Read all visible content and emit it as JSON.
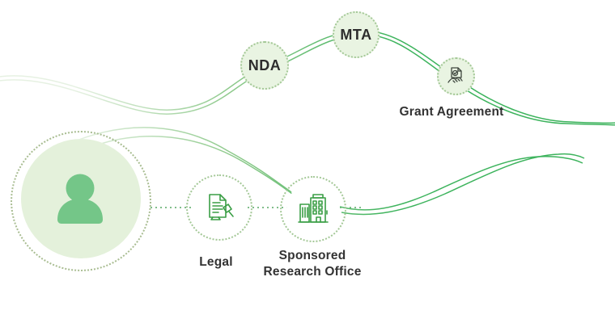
{
  "colors": {
    "curve_pale": "#e6f1e2",
    "curve_mid": "#8cc98a",
    "curve_green": "#3cb35c",
    "dotted_ring": "#a4c897",
    "person_ring": "#a9bd92",
    "bubble_fill": "#e9f4e2",
    "person_fill": "#e4f1db",
    "person_green": "#74c688",
    "icon_stroke": "#3a9e45",
    "icon_dark": "#3e463e",
    "connector_dot": "#57a863",
    "label_dark": "#2d2d2d",
    "caption_dark": "#333333"
  },
  "diagram": {
    "top_flow": {
      "nda": {
        "label": "NDA"
      },
      "mta": {
        "label": "MTA"
      },
      "grant": {
        "caption": "Grant Agreement",
        "icon": "handshake-document-icon"
      }
    },
    "bottom_flow": {
      "researcher": {
        "icon": "person-icon"
      },
      "legal": {
        "caption": "Legal",
        "icon": "legal-document-gavel-icon"
      },
      "sro": {
        "caption": "Sponsored Research Office",
        "icon": "buildings-icon"
      }
    }
  }
}
